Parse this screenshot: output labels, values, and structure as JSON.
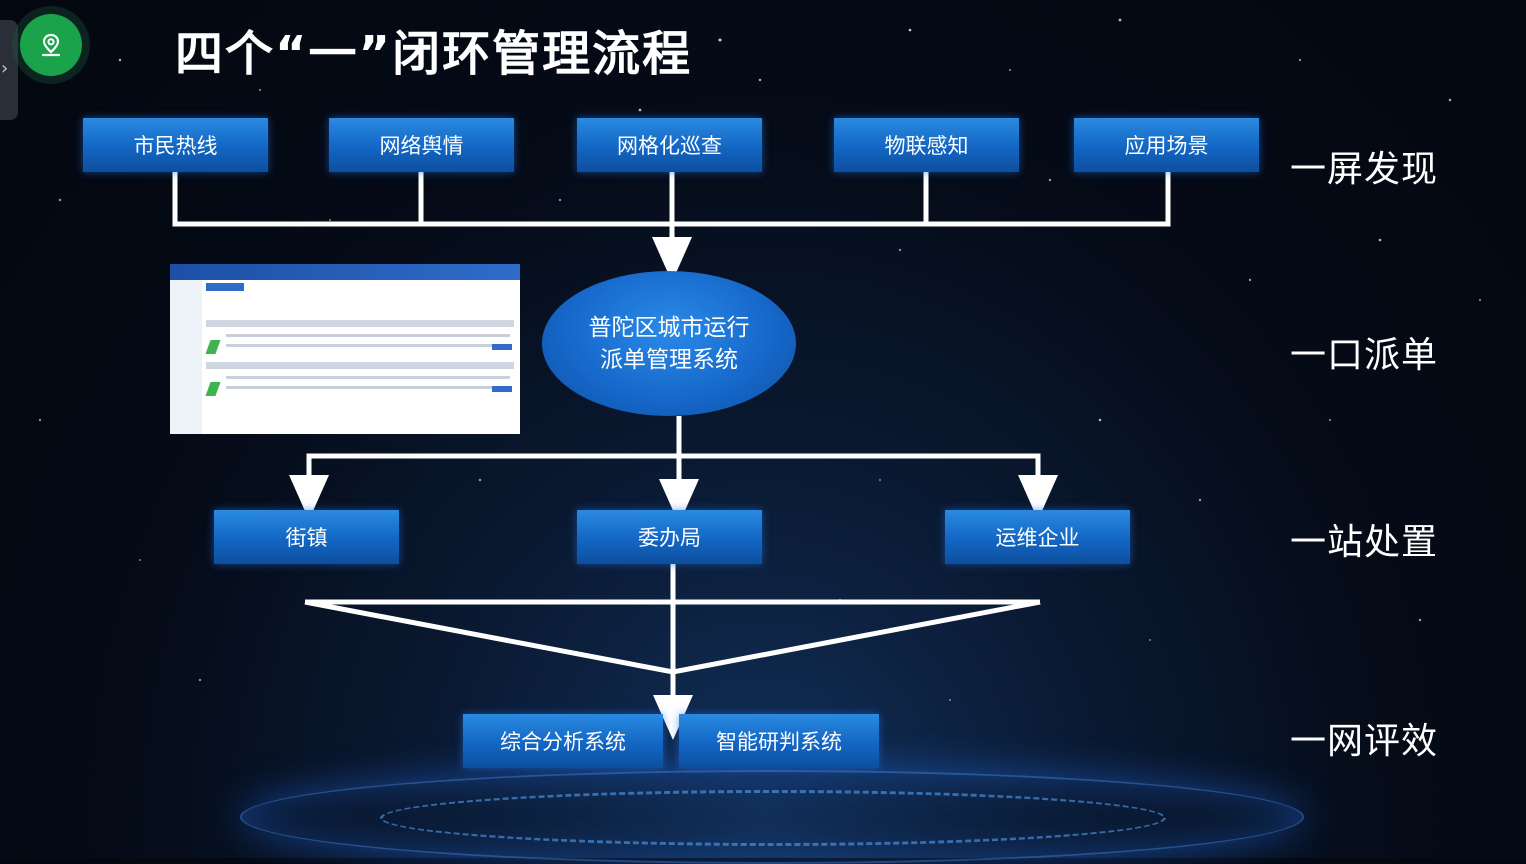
{
  "title": "四个“一”闭环管理流程",
  "sources": [
    "市民热线",
    "网络舆情",
    "网格化巡查",
    "物联感知",
    "应用场景"
  ],
  "center_system": {
    "line1": "普陀区城市运行",
    "line2": "派单管理系统"
  },
  "handlers": [
    "街镇",
    "委办局",
    "运维企业"
  ],
  "evaluation": [
    "综合分析系统",
    "智能研判系统"
  ],
  "stages": [
    "一屏发现",
    "一口派单",
    "一站处置",
    "一网评效"
  ],
  "colors": {
    "box": "#1366c4",
    "ellipse": "#1566c8",
    "location_button": "#1aa34a"
  },
  "icons": {
    "location": "location-pin-icon",
    "side_tab": "chevron-right-icon"
  }
}
